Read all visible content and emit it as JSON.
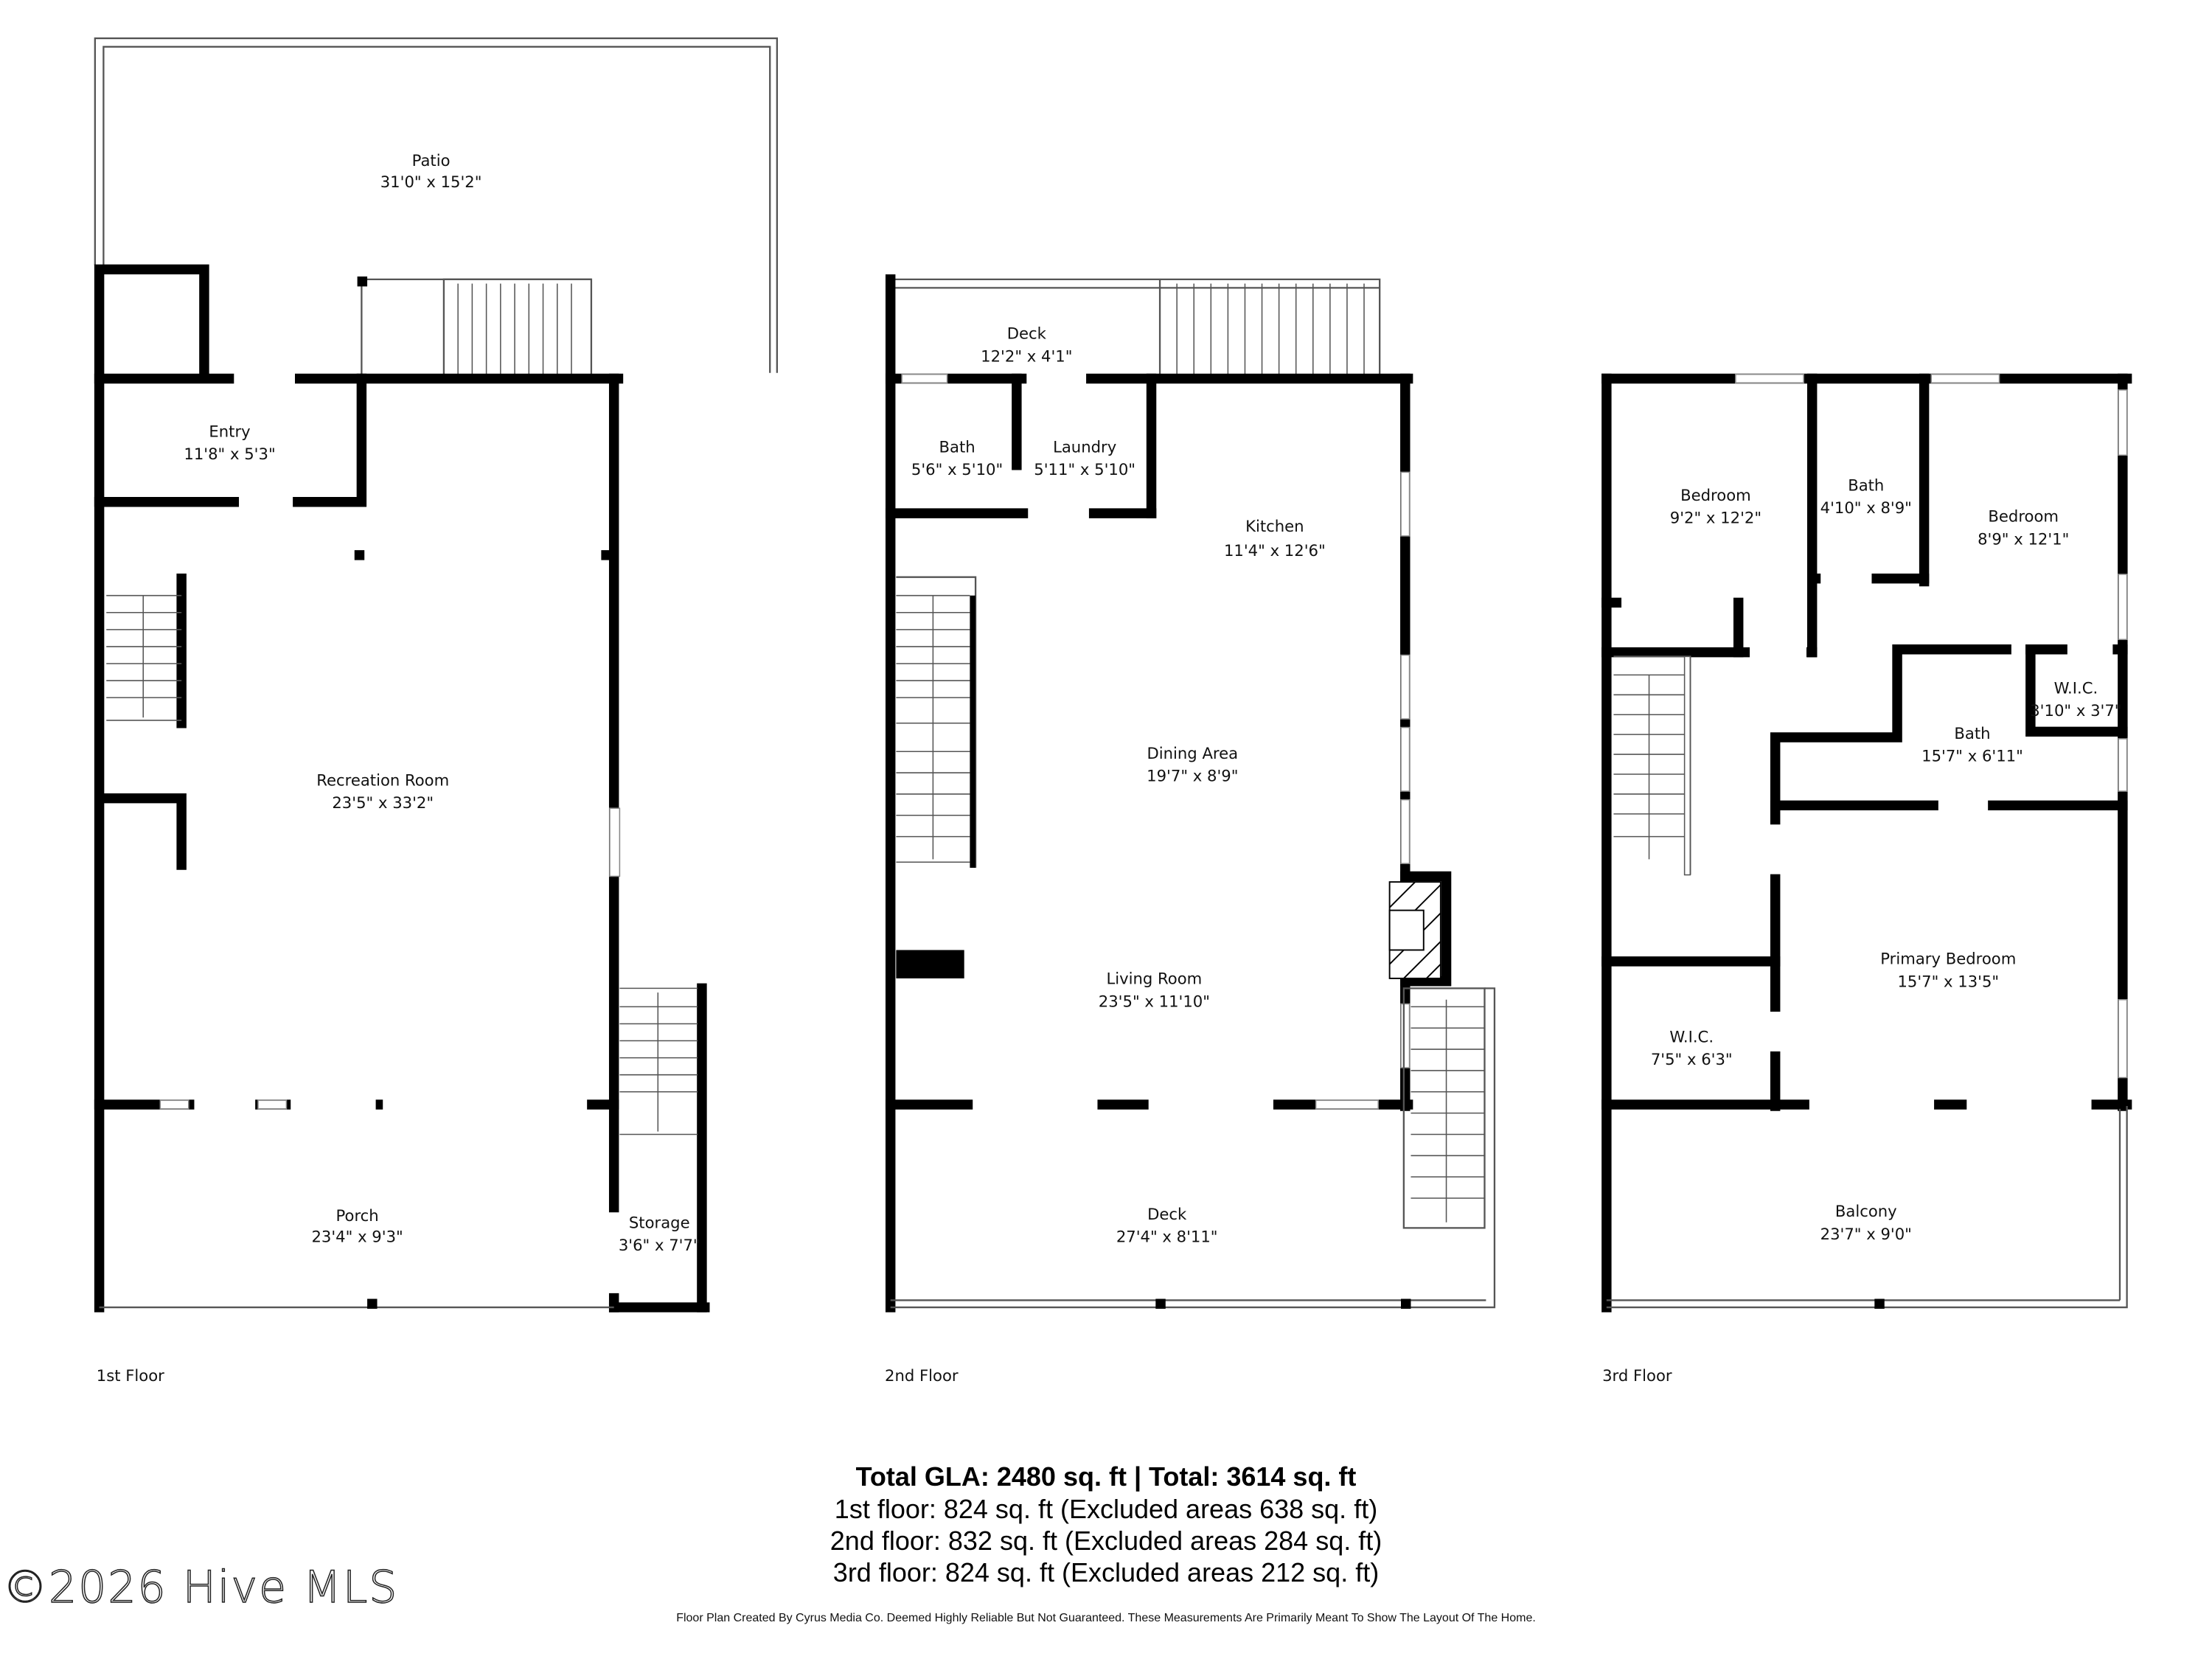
{
  "floors": [
    {
      "label": "1st Floor",
      "rooms": [
        {
          "name": "Patio",
          "size": "31'0\" x 15'2\""
        },
        {
          "name": "Entry",
          "size": "11'8\" x 5'3\""
        },
        {
          "name": "Recreation Room",
          "size": "23'5\" x 33'2\""
        },
        {
          "name": "Porch",
          "size": "23'4\" x 9'3\""
        },
        {
          "name": "Storage",
          "size": "3'6\" x 7'7\""
        }
      ]
    },
    {
      "label": "2nd Floor",
      "rooms": [
        {
          "name": "Deck",
          "size": "12'2\" x 4'1\""
        },
        {
          "name": "Bath",
          "size": "5'6\" x 5'10\""
        },
        {
          "name": "Laundry",
          "size": "5'11\" x 5'10\""
        },
        {
          "name": "Kitchen",
          "size": "11'4\" x 12'6\""
        },
        {
          "name": "Dining Area",
          "size": "19'7\" x 8'9\""
        },
        {
          "name": "Living Room",
          "size": "23'5\" x 11'10\""
        },
        {
          "name": "Deck",
          "size": "27'4\" x 8'11\""
        }
      ]
    },
    {
      "label": "3rd Floor",
      "rooms": [
        {
          "name": "Bedroom",
          "size": "9'2\" x 12'2\""
        },
        {
          "name": "Bath",
          "size": "4'10\" x 8'9\""
        },
        {
          "name": "Bedroom",
          "size": "8'9\" x 12'1\""
        },
        {
          "name": "W.I.C.",
          "size": "3'10\" x 3'7\""
        },
        {
          "name": "Bath",
          "size": "15'7\" x 6'11\""
        },
        {
          "name": "Primary Bedroom",
          "size": "15'7\" x 13'5\""
        },
        {
          "name": "W.I.C.",
          "size": "7'5\" x 6'3\""
        },
        {
          "name": "Balcony",
          "size": "23'7\" x 9'0\""
        }
      ]
    }
  ],
  "summary": {
    "total": "Total GLA: 2480 sq. ft | Total: 3614 sq. ft",
    "lines": [
      "1st floor: 824 sq. ft (Excluded areas 638 sq. ft)",
      "2nd floor: 832 sq. ft (Excluded areas 284 sq. ft)",
      "3rd floor: 824 sq. ft (Excluded areas 212 sq. ft)"
    ]
  },
  "disclaimer": "Floor Plan Created By Cyrus Media Co. Deemed Highly Reliable But Not Guaranteed. These Measurements Are Primarily Meant To Show The Layout Of The Home.",
  "watermark": "©2026 Hive MLS"
}
